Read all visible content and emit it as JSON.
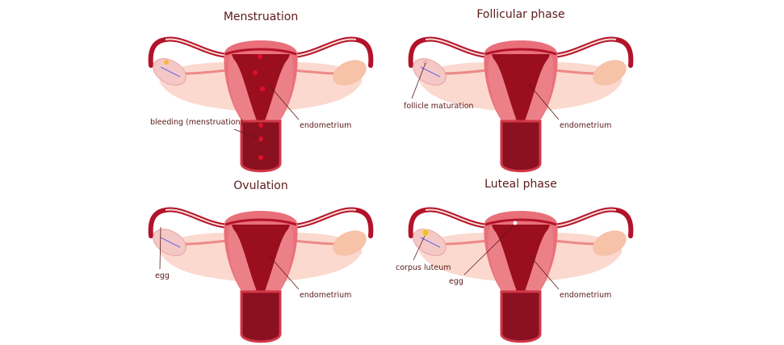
{
  "panels": [
    {
      "title": "Menstruation",
      "labels": [
        "bleeding (menstruation)",
        "endometrium"
      ]
    },
    {
      "title": "Follicular phase",
      "labels": [
        "follicle maturation",
        "endometrium"
      ]
    },
    {
      "title": "Ovulation",
      "labels": [
        "egg",
        "endometrium"
      ]
    },
    {
      "title": "Luteal phase",
      "labels": [
        "corpus luteum",
        "egg",
        "endometrium"
      ]
    }
  ],
  "colors": {
    "text": "#5a1a1a",
    "tube": "#b3132a",
    "uterus": "#e9707b",
    "cavity": "#9b0e1e",
    "ligament": "#fbd9cf",
    "ovary": "#f6c2a8"
  }
}
